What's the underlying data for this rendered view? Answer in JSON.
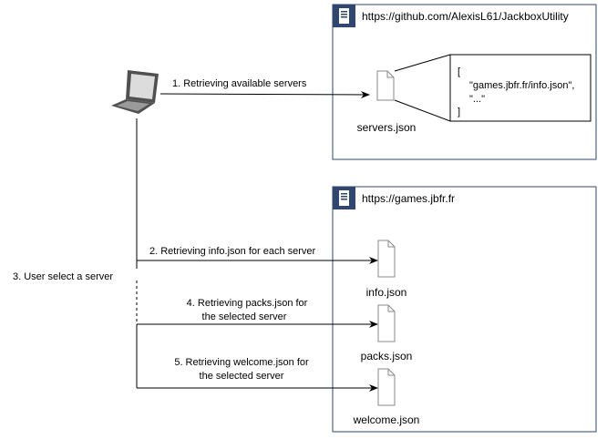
{
  "colors": {
    "group_border": "#30466e",
    "url_text": "#30466e",
    "line": "#000000",
    "doc_stroke": "#8a8a8a",
    "doc_fill": "#ffffff",
    "laptop_fill": "#505050"
  },
  "groups": [
    {
      "url": "https://github.com/AlexisL61/JackboxUtility",
      "icon": "server-icon"
    },
    {
      "url": "https://games.jbfr.fr",
      "icon": "server-icon"
    }
  ],
  "files": {
    "servers": "servers.json",
    "info": "info.json",
    "packs": "packs.json",
    "welcome": "welcome.json"
  },
  "callout": {
    "open": "[",
    "item1": "\"games.jbfr.fr/info.json\",",
    "item2": "\"...\"",
    "close": "]"
  },
  "steps": {
    "s1": "1. Retrieving available servers",
    "s2": "2. Retrieving info.json for each server",
    "s3": "3. User select a server",
    "s4_line1": "4. Retrieving packs.json for",
    "s4_line2": "the selected server",
    "s5_line1": "5. Retrieving welcome.json for",
    "s5_line2": "the selected server"
  },
  "icons": {
    "client": "laptop-icon",
    "document": "document-icon"
  }
}
